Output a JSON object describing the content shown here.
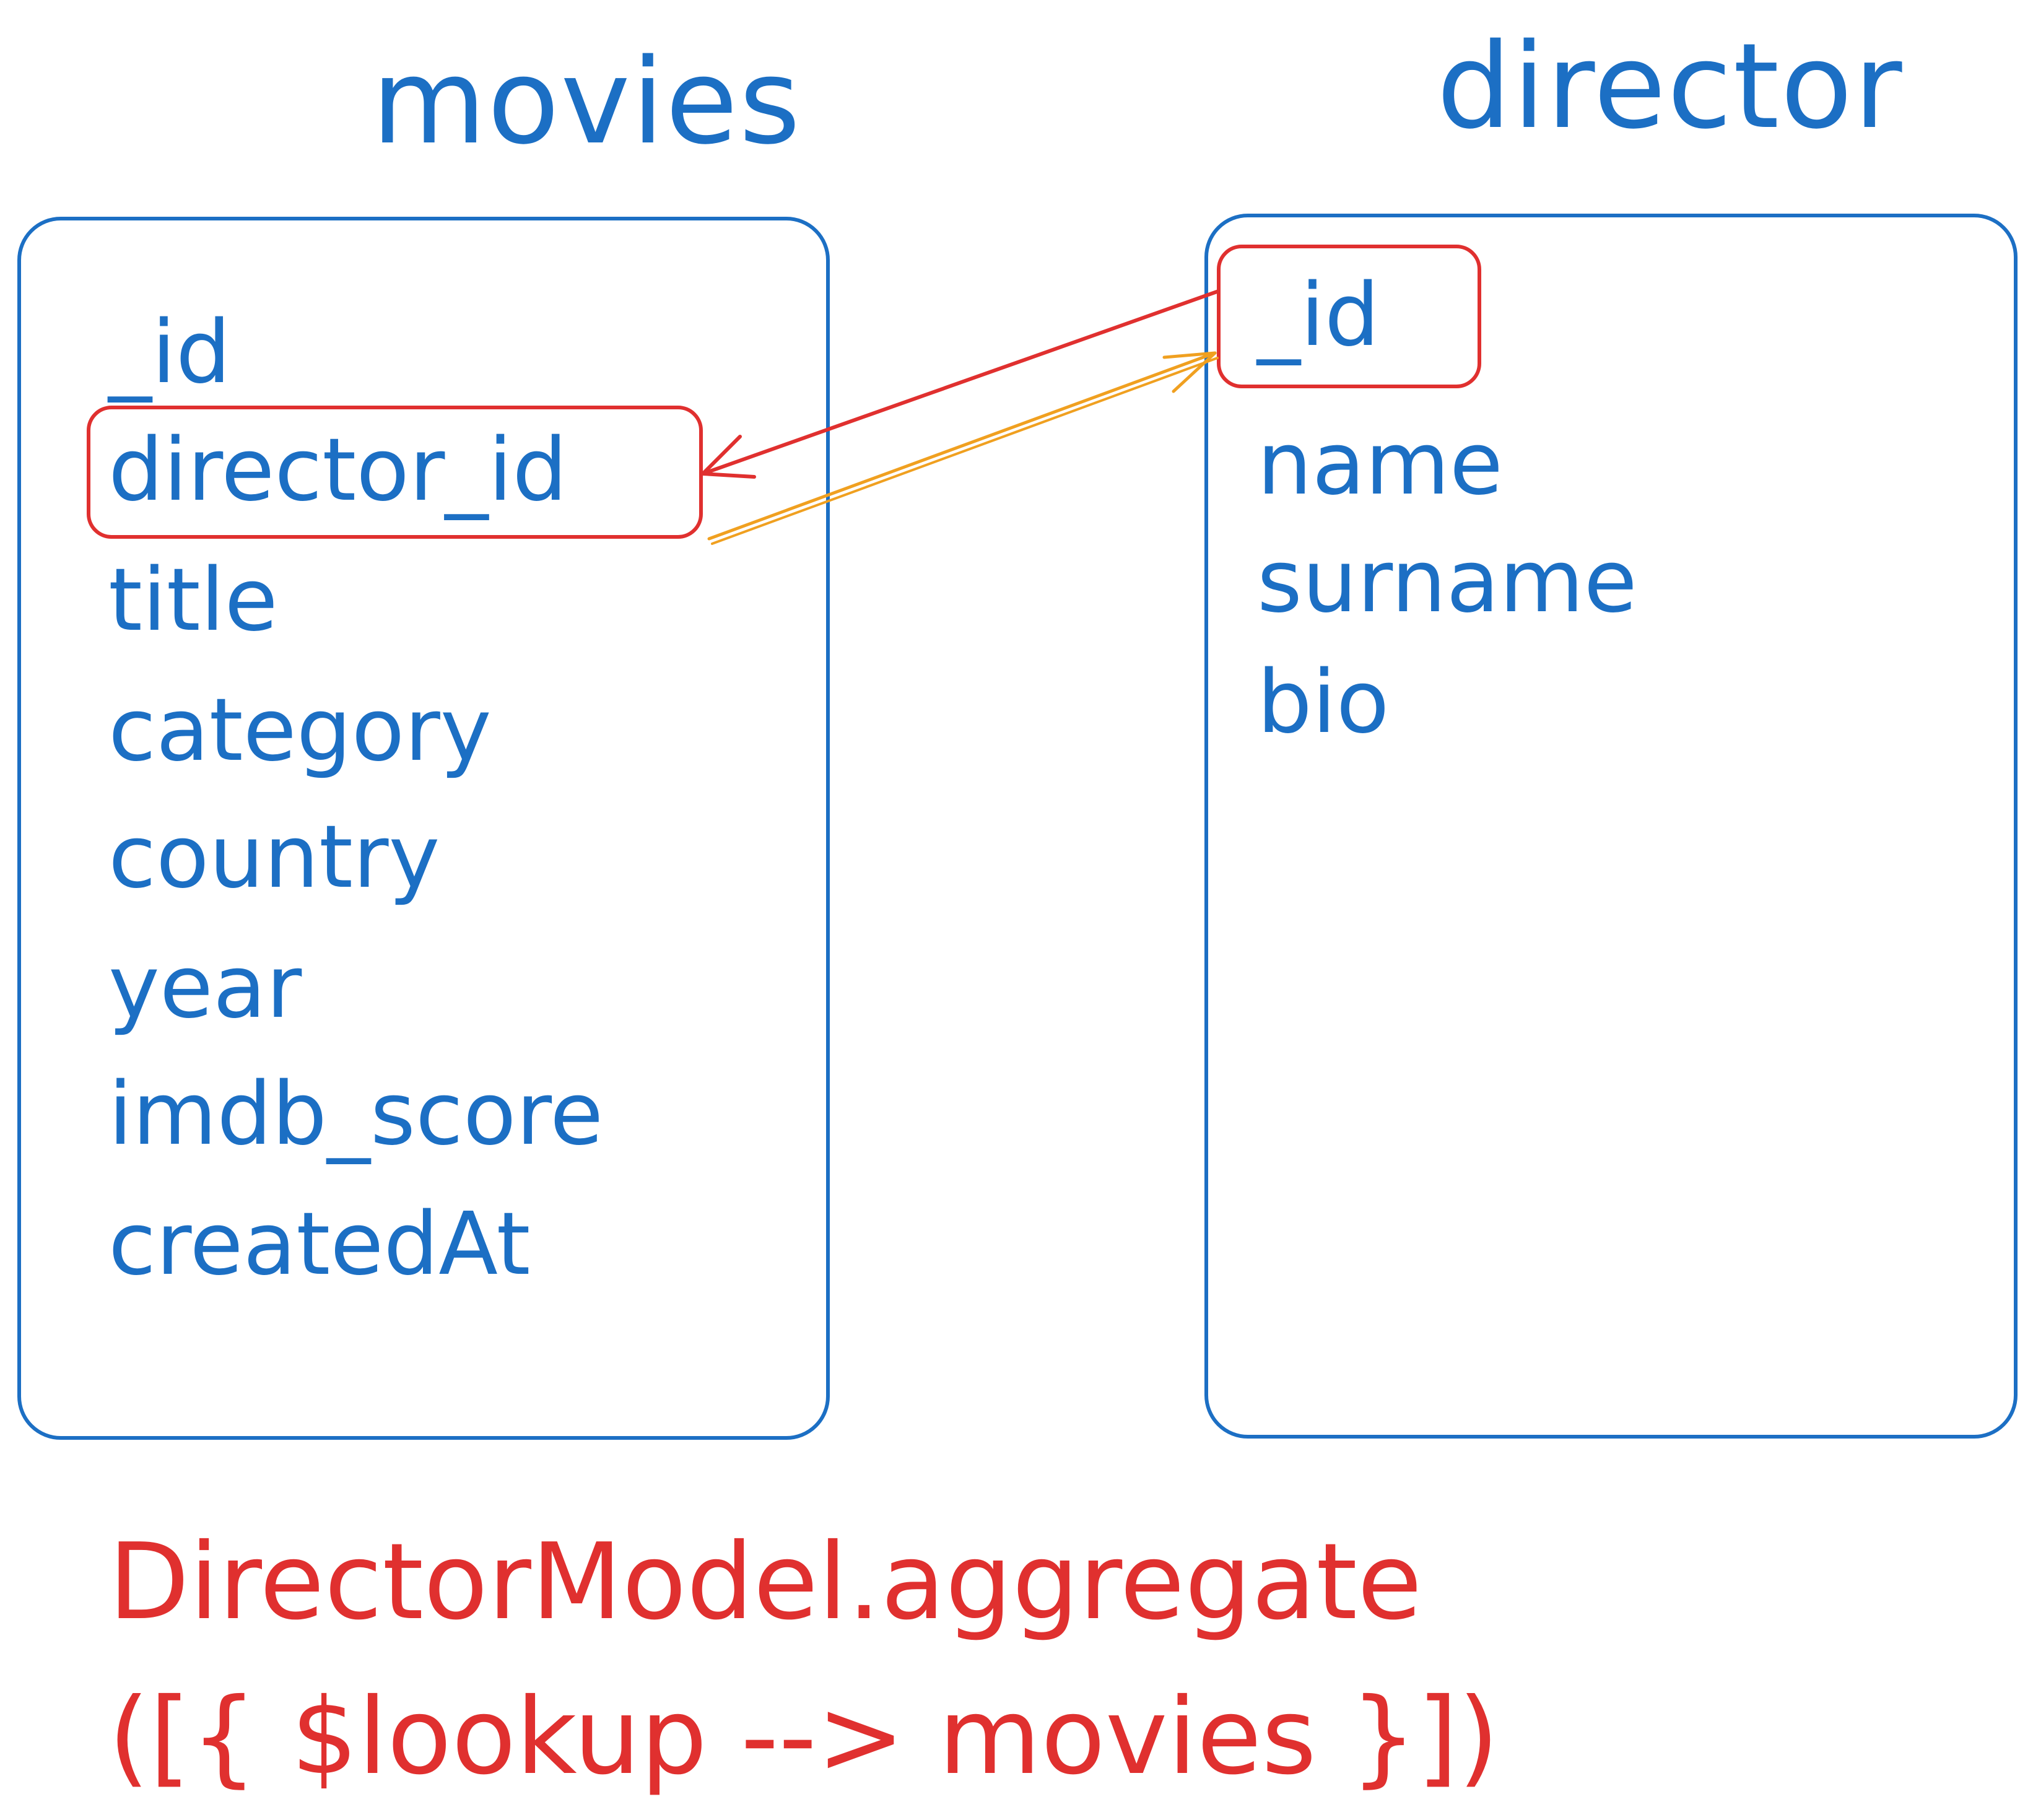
{
  "diagram": {
    "movies": {
      "title": "movies",
      "fields": [
        "_id",
        "director_id",
        "title",
        "category",
        "country",
        "year",
        "imdb_score",
        "createdAt"
      ],
      "highlighted_field": "director_id"
    },
    "director": {
      "title": "director",
      "fields": [
        "_id",
        "name",
        "surname",
        "bio"
      ],
      "highlighted_field": "_id"
    },
    "query": {
      "line1": "DirectorModel.aggregate",
      "line2": "([{ $lookup --> movies }])"
    },
    "colors": {
      "blue": "#1c6fc4",
      "red": "#e0302f",
      "orange": "#f0a020"
    }
  }
}
